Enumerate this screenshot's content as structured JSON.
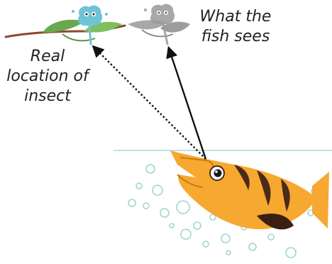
{
  "labels": {
    "real_location": [
      "Real",
      "location of",
      "insect"
    ],
    "what_fish_sees": [
      "What the",
      "fish sees"
    ]
  },
  "colors": {
    "background": "#ffffff",
    "insect_real": "#6fc3d6",
    "leaf_real": "#6aa84f",
    "branch": "#8b4a2b",
    "insect_apparent": "#9a9a9a",
    "leaf_apparent": "#8c8c8c",
    "water_surface": "#bfe3e0",
    "bubbles": "#9fd6cf",
    "fish_body": "#f6a830",
    "fish_stripes": "#4a2a1a",
    "arrow": "#111111"
  },
  "icons": {
    "real_insect": "insect-icon",
    "apparent_insect": "insect-image-icon",
    "fish": "archer-fish-illustration"
  }
}
